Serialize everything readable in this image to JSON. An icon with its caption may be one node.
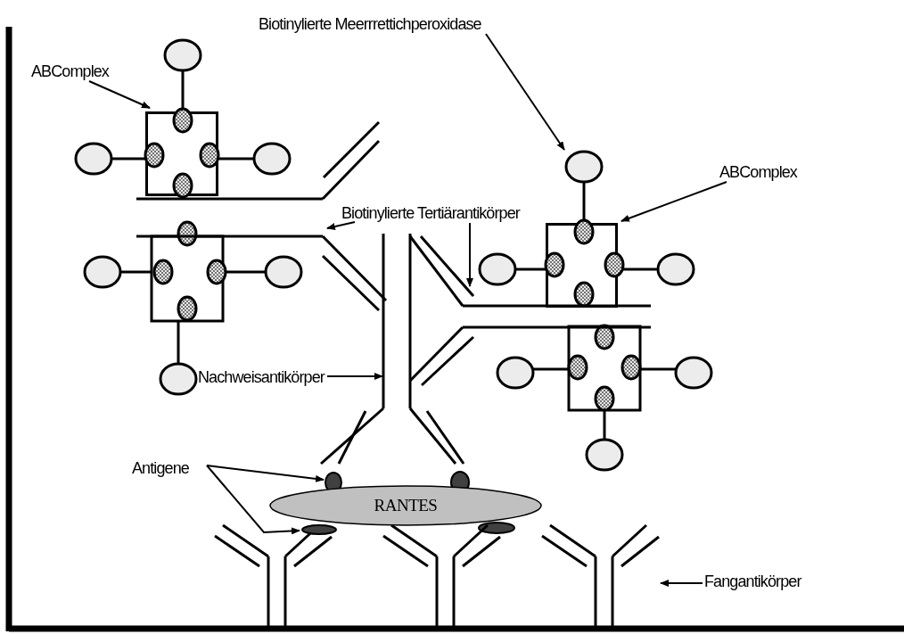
{
  "diagram": {
    "nodes": [
      {
        "text": [
          "ABComplex"
        ]
      },
      {
        "text": [],
        "shape": "box"
      },
      {
        "text": [
          "Biotinylierte Meerrrettichperoxidase"
        ]
      },
      {
        "text": [],
        "shape": "circle"
      },
      {
        "text": [
          "ABComplex"
        ]
      },
      {
        "text": [],
        "shape": "box"
      },
      {
        "text": [
          "Biotinylierte Tertiärantikörper"
        ]
      },
      {
        "text": [],
        "shape": "picture"
      },
      {
        "text": [],
        "shape": "picture"
      },
      {
        "text": [
          "Nachweisantikörper"
        ]
      },
      {
        "text": [],
        "shape": "picture"
      },
      {
        "text": [
          "Antigene"
        ]
      },
      {
        "text": [],
        "shape": "circle"
      },
      {
        "text": [],
        "shape": "circle"
      },
      {
        "text": [
          "RANTES"
        ]
      },
      {
        "text": [
          "Fangantikörper"
        ]
      },
      {
        "text": [],
        "shape": "picture"
      }
    ],
    "edges": [
      {
        "from": 0,
        "to": 1,
        "arrow": "to"
      },
      {
        "from": 2,
        "to": 3,
        "arrow": "to"
      },
      {
        "from": 4,
        "to": 5,
        "arrow": "to"
      },
      {
        "from": 6,
        "to": 7,
        "arrow": "to"
      },
      {
        "from": 6,
        "to": 8,
        "arrow": "to"
      },
      {
        "from": 9,
        "to": 10,
        "arrow": "to"
      },
      {
        "from": 11,
        "to": 12,
        "arrow": "to"
      },
      {
        "from": 11,
        "to": 13,
        "arrow": "to"
      },
      {
        "from": 15,
        "to": 16,
        "arrow": "to"
      }
    ]
  }
}
